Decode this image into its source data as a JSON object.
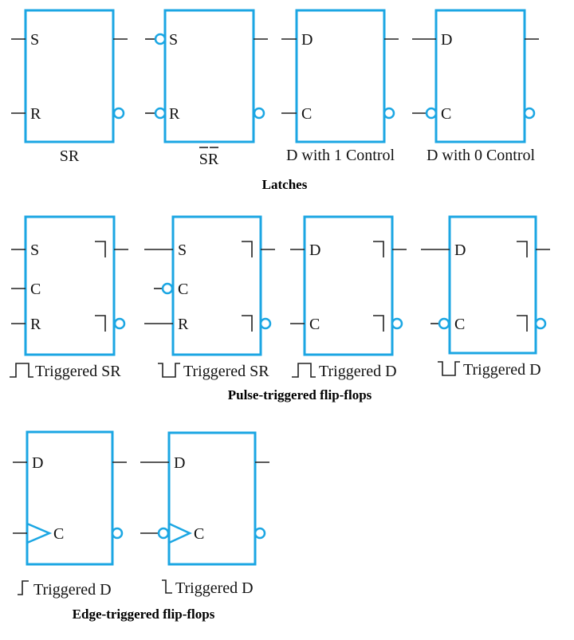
{
  "colors": {
    "box": "#1ba6e3",
    "wire": "#222222",
    "text": "#111111"
  },
  "sections": {
    "latches": "Latches",
    "pulse": "Pulse-triggered flip-flops",
    "edge": "Edge-triggered flip-flops"
  },
  "pins": {
    "s": "S",
    "r": "R",
    "d": "D",
    "c": "C",
    "sr_bar": "SR"
  },
  "captions": {
    "sr": "SR",
    "d_1_control": "D with 1 Control",
    "d_0_control": "D with 0 Control",
    "triggered_sr": "Triggered SR",
    "triggered_d": "Triggered D"
  }
}
